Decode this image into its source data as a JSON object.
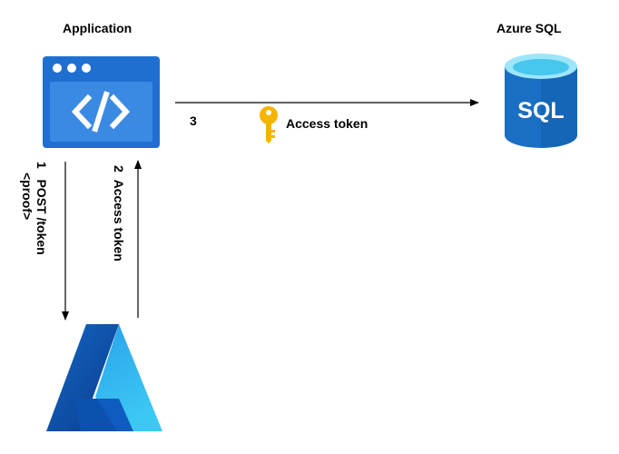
{
  "nodes": {
    "application": {
      "title": "Application",
      "icon": "browser-code-icon"
    },
    "azure_sql": {
      "title": "Azure SQL",
      "icon": "sql-database-icon",
      "icon_text": "SQL"
    },
    "azure_ad": {
      "icon": "azure-logo-icon"
    }
  },
  "steps": {
    "step1": {
      "number": "1",
      "line1": "POST /token",
      "line2": "<proof>"
    },
    "step2": {
      "number": "2",
      "label": "Access token"
    },
    "step3": {
      "number": "3",
      "label": "Access token",
      "icon": "key-icon"
    }
  },
  "colors": {
    "app_window": "#1f6fd1",
    "app_inner": "#3a8ae3",
    "sql_body": "#1a6fc4",
    "sql_top": "#5bd0f0",
    "azure_dark": "#0a4fa8",
    "azure_light": "#37c2f2",
    "key_gold": "#f5b400",
    "arrow": "#000000"
  }
}
